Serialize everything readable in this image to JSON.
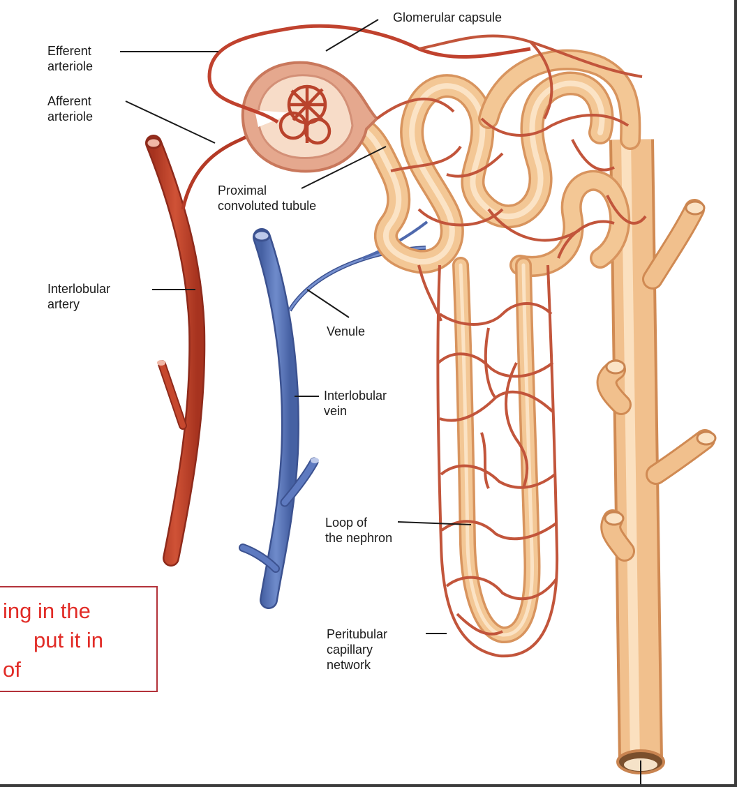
{
  "colors": {
    "artery": "#c0422e",
    "artery_dark": "#8e2a1b",
    "vein": "#5874b4",
    "vein_dark": "#3c5290",
    "capillary": "#c65b42",
    "tubule": "#f2c594",
    "tubule_edge": "#d8945e",
    "tubule_highlight": "#fbe3c5",
    "capsule": "#e5a88e",
    "capsule_edge": "#c9785c",
    "leader": "#1a1a1a",
    "note_text": "#e12b26",
    "note_border": "#b3323a"
  },
  "labels": {
    "glomerular_capsule": "Glomerular capsule",
    "efferent_arteriole": [
      "Efferent",
      "arteriole"
    ],
    "afferent_arteriole": [
      "Afferent",
      "arteriole"
    ],
    "proximal_convoluted_tubule": [
      "Proximal",
      "convoluted tubule"
    ],
    "interlobular_artery": [
      "Interlobular",
      "artery"
    ],
    "venule": "Venule",
    "interlobular_vein": [
      "Interlobular",
      "vein"
    ],
    "loop_of_nephron": [
      "Loop of",
      "the nephron"
    ],
    "peritubular_capillary_network": [
      "Peritubular",
      "capillary",
      "network"
    ]
  },
  "note": {
    "lines": [
      "ing in the",
      "put it in",
      "of"
    ]
  }
}
